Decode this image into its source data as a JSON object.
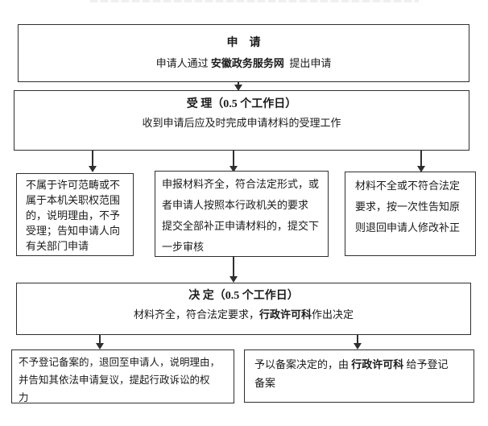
{
  "page": {
    "colors": {
      "line": "#2f2f2f",
      "text": "#1b1b1b",
      "background": "#ffffff"
    }
  },
  "flow": {
    "apply": {
      "title": "申　请",
      "line_prefix": "申请人通过 ",
      "line_bold": "安徽政务服务网",
      "line_suffix": "  提出申请"
    },
    "accept": {
      "title": "受 理（0.5 个工作日）",
      "body": "收到申请后应及时完成申请材料的受理工作"
    },
    "branch_left": {
      "body": "不属于许可范畴或不\n属于本机关职权范围\n的，说明理由，不予\n受理；告知申请人向\n有关部门申请"
    },
    "branch_middle": {
      "body": "申报材料齐全，符合法定形式，或\n者申请人按照本行政机关的要求\n提交全部补正申请材料的，提交下\n一步审核"
    },
    "branch_right": {
      "body": "材料不全或不符合法定\n要求，按一次性告知原\n则退回申请人修改补正"
    },
    "decision": {
      "title": "决 定（0.5 个工作日）",
      "body_prefix": "材料齐全，符合法定要求，",
      "body_bold": "行政许可科",
      "body_suffix": "作出决定"
    },
    "reject": {
      "body": "不予登记备案的，退回至申请人，说明理由，\n并告知其依法申请复议，提起行政诉讼的权\n力"
    },
    "approve": {
      "body_prefix": "予以备案决定的，由 ",
      "body_bold": "行政许可科",
      "body_suffix": " 给予登记\n备案"
    }
  }
}
